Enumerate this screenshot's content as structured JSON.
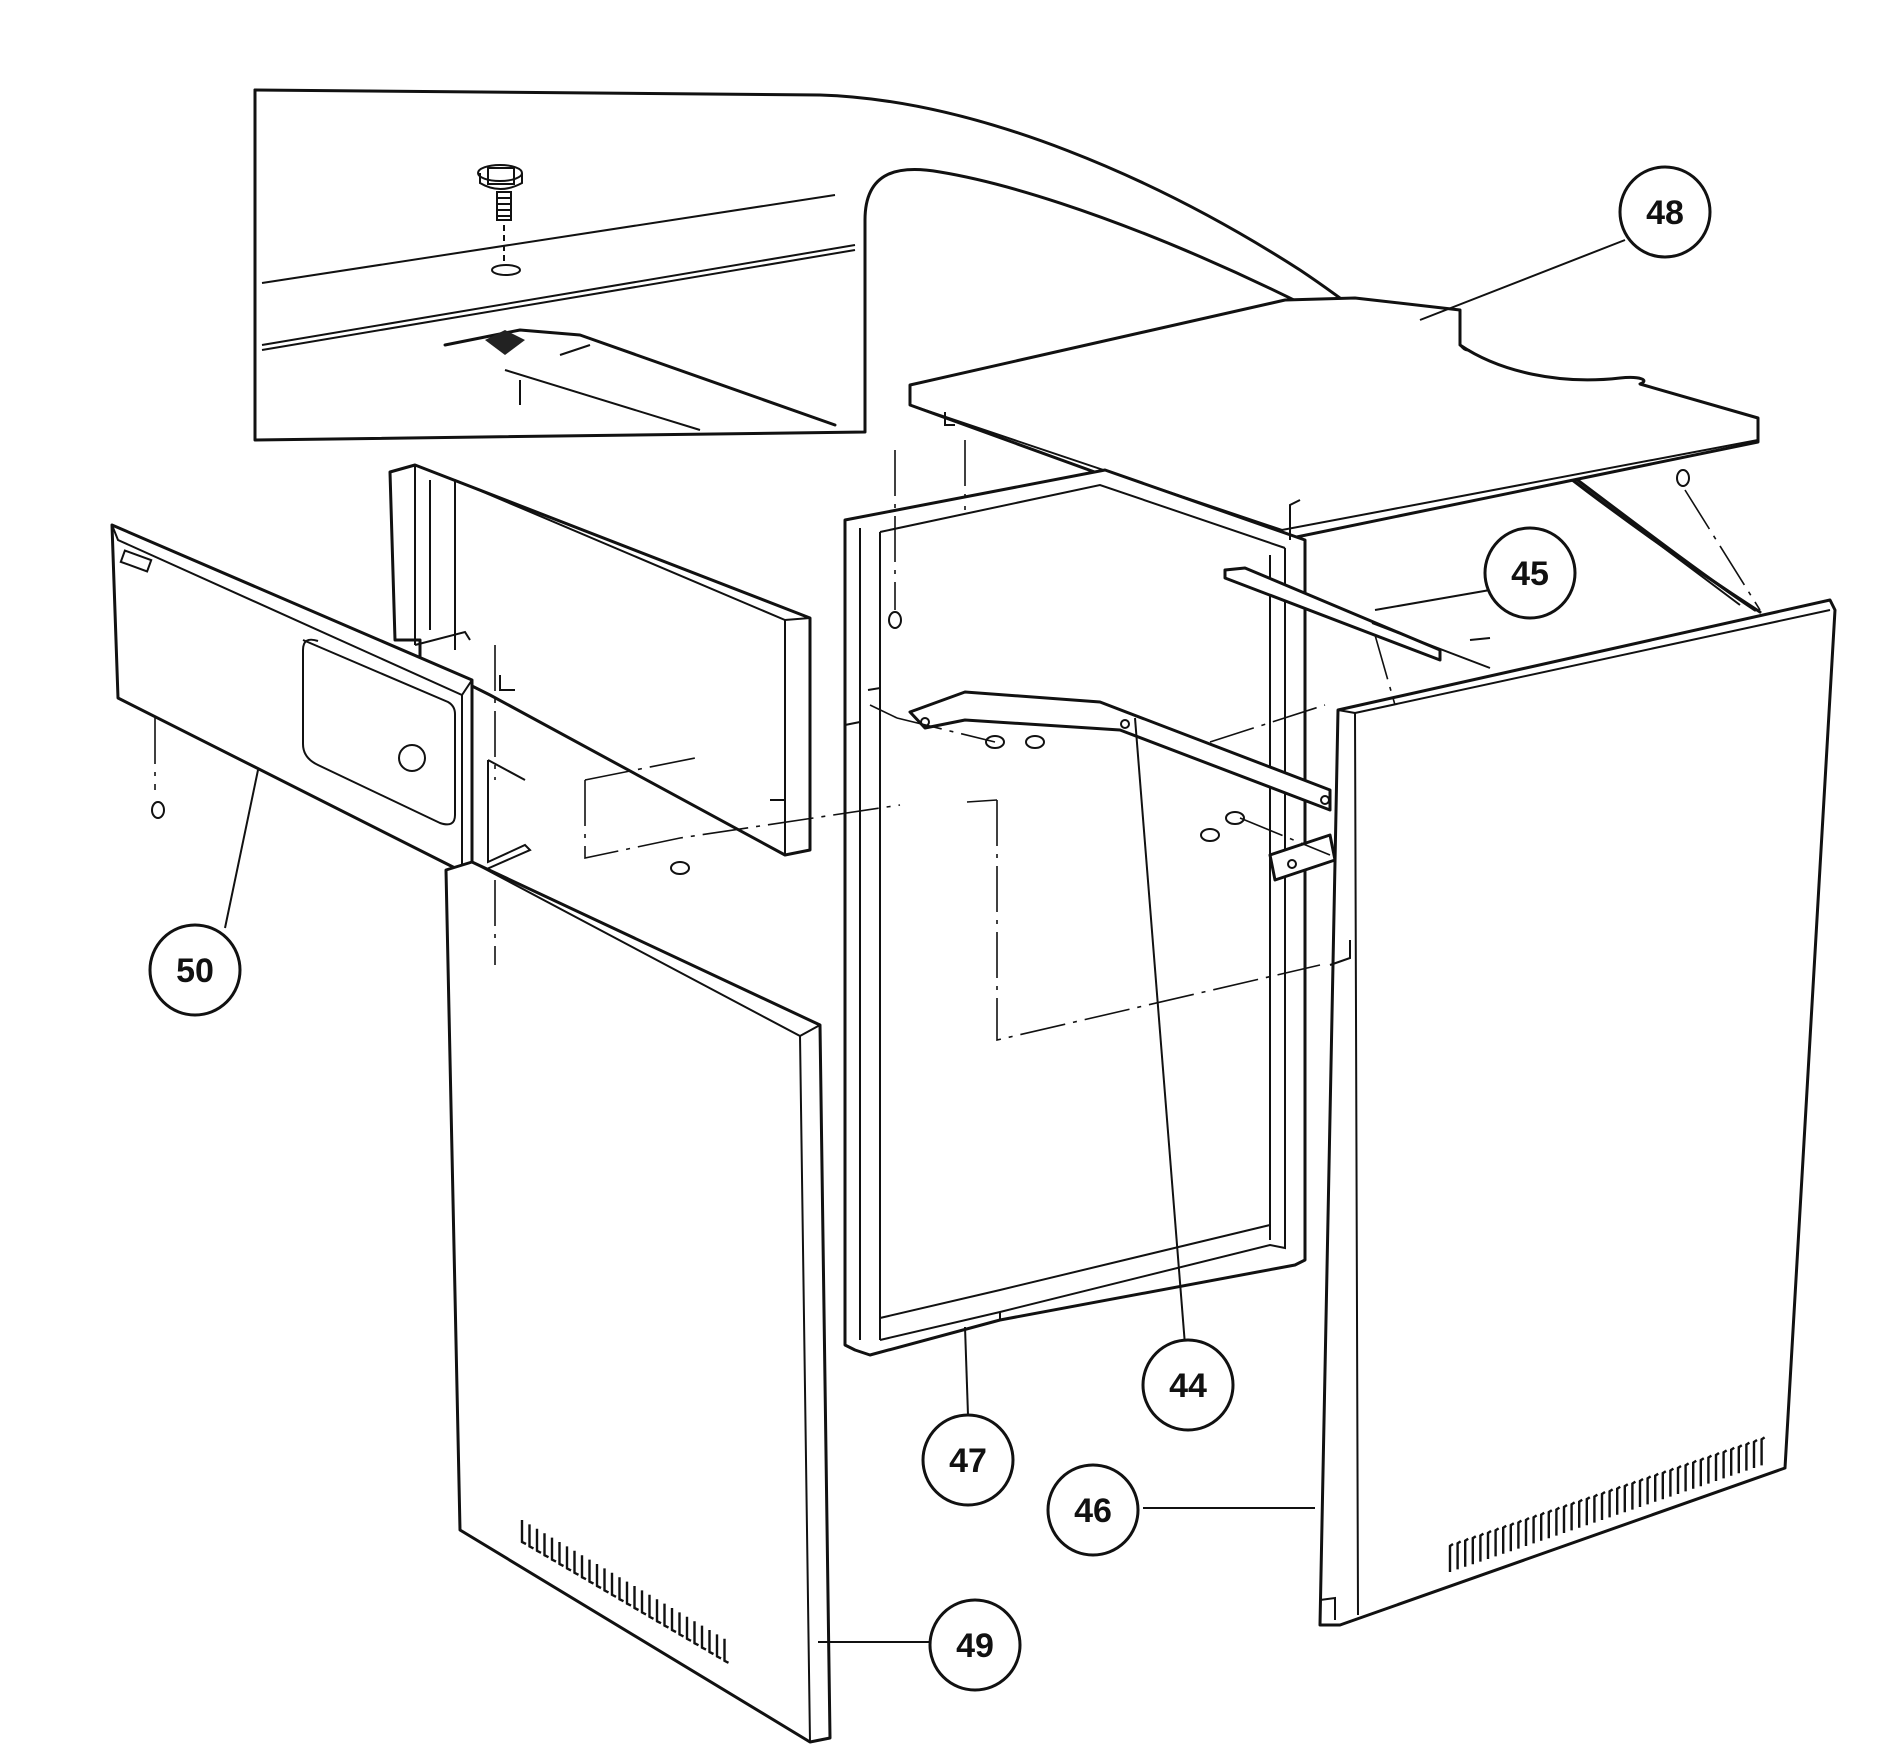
{
  "diagram": {
    "callouts": [
      {
        "id": "c48",
        "label": "48"
      },
      {
        "id": "c45",
        "label": "45"
      },
      {
        "id": "c50",
        "label": "50"
      },
      {
        "id": "c44",
        "label": "44"
      },
      {
        "id": "c47",
        "label": "47"
      },
      {
        "id": "c46",
        "label": "46"
      },
      {
        "id": "c49",
        "label": "49"
      }
    ],
    "parts": [
      {
        "id": "detail-inset",
        "icon": "screw-detail-icon"
      },
      {
        "id": "top-cover",
        "icon": "top-cover-panel"
      },
      {
        "id": "control-panel",
        "icon": "front-control-panel"
      },
      {
        "id": "control-housing",
        "icon": "control-housing-box"
      },
      {
        "id": "front-frame",
        "icon": "door-frame"
      },
      {
        "id": "support-bracket",
        "icon": "cross-brace"
      },
      {
        "id": "left-side-panel",
        "icon": "side-panel-left"
      },
      {
        "id": "right-side-panel",
        "icon": "side-panel-right"
      }
    ]
  }
}
